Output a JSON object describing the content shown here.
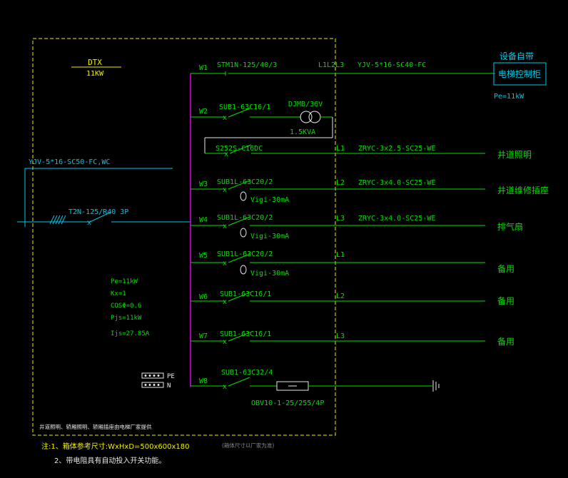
{
  "panel": {
    "name": "DTX",
    "power": "11KW",
    "incoming_cable": "YJV-5*16-SC50-FC,WC",
    "main_switch": "T2N-125/R40 3P",
    "load_params": [
      "Pe=11kW",
      "Kx=1",
      "COSΦ=0.6",
      "Pjs=11kW",
      "Ijs=27.85A"
    ],
    "pe_label": "PE",
    "n_label": "N"
  },
  "circuits": [
    {
      "id": "W1",
      "breaker": "STM1N-125/40/3",
      "phase": "L1L2L3",
      "cable": "YJV-5*16-SC40-FC",
      "load": "电梯控制柜"
    },
    {
      "id": "W2",
      "breaker": "SUB1-63C16/1",
      "transformer": "DJMB/36V",
      "transformer_rating": "1.5KVA"
    },
    {
      "id": "",
      "breaker": "S252S-C16DC",
      "phase": "L1",
      "cable": "ZRYC-3x2.5-SC25-WE",
      "load": "井道照明"
    },
    {
      "id": "W3",
      "breaker": "SUB1L-63C20/2",
      "rcd": "Vigi-30mA",
      "phase": "L2",
      "cable": "ZRYC-3x4.0-SC25-WE",
      "load": "井道维修插座"
    },
    {
      "id": "W4",
      "breaker": "SUB1L-63C20/2",
      "rcd": "Vigi-30mA",
      "phase": "L3",
      "cable": "ZRYC-3x4.0-SC25-WE",
      "load": "排气扇"
    },
    {
      "id": "W5",
      "breaker": "SUB1L-63C20/2",
      "rcd": "Vigi-30mA",
      "phase": "L1",
      "cable": "",
      "load": "备用"
    },
    {
      "id": "W6",
      "breaker": "SUB1-63C16/1",
      "phase": "L2",
      "cable": "",
      "load": "备用"
    },
    {
      "id": "W7",
      "breaker": "SUB1-63C16/1",
      "phase": "L3",
      "cable": "",
      "load": "备用"
    },
    {
      "id": "W8",
      "breaker": "SUB1-63C32/4",
      "spd": "OBV10-1-25/255/4P"
    }
  ],
  "supplier_note": "设备自带",
  "supplier_pe": "Pe=11kW",
  "box_note": "井道照明、轿厢照明、轿厢插座由电梯厂家提供",
  "notes": [
    "注:1、箱体参考尺寸:WxHxD=500x600x180",
    "2、带电阻具有自动投入开关功能。"
  ],
  "bottom_note": "(箱体尺寸以厂家为准)",
  "colors": {
    "green": "#00e000",
    "yellow": "#f0f000",
    "cyan": "#00c8e8",
    "magenta": "#e000e0",
    "white": "#e8e8e8",
    "grey": "#888888"
  }
}
